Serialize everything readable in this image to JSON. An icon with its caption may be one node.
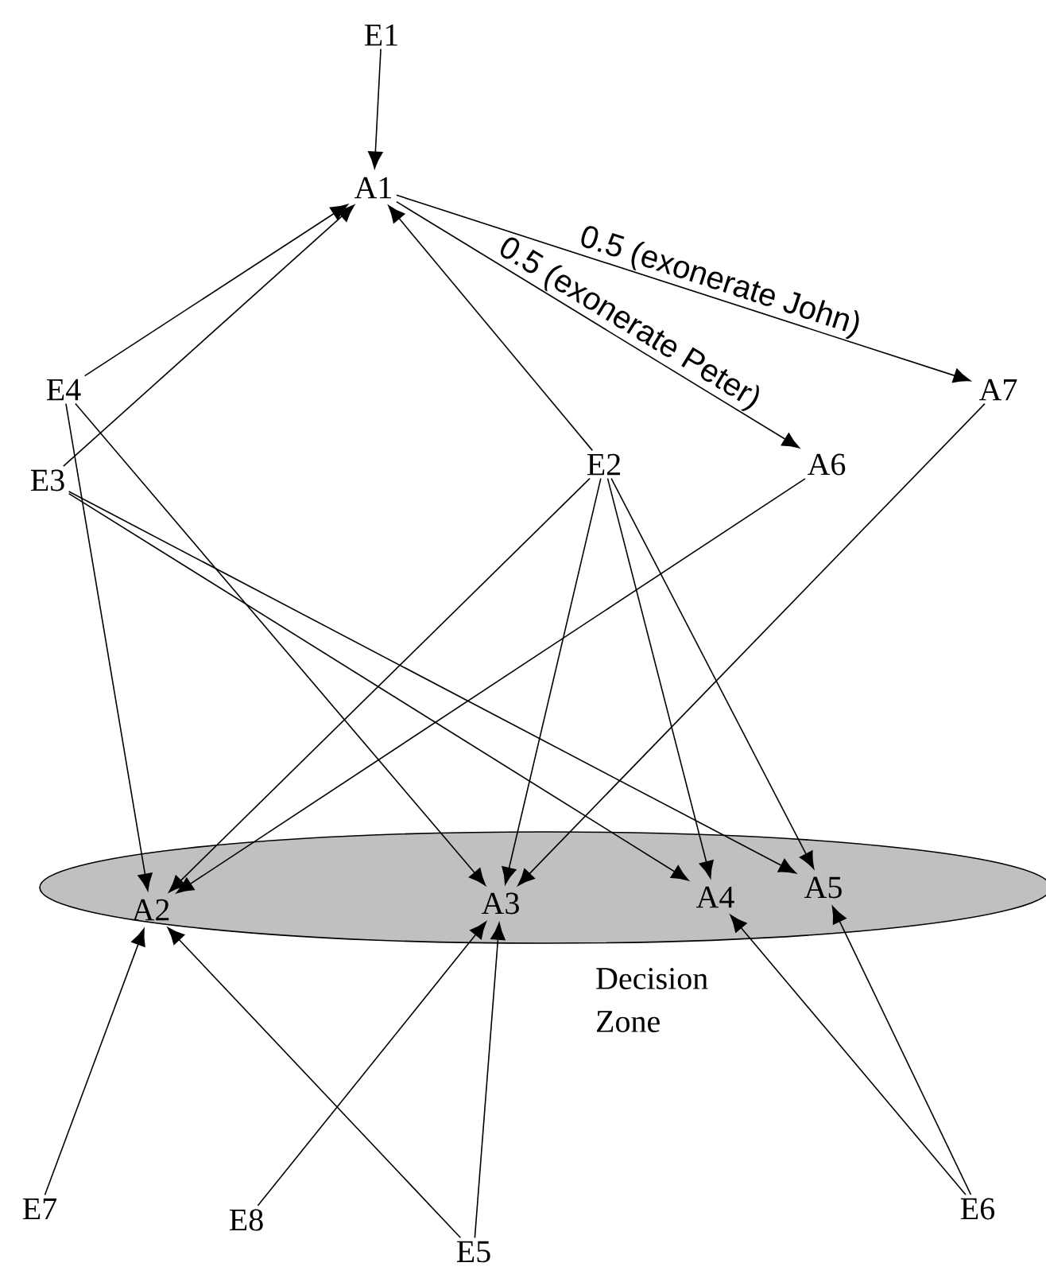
{
  "diagram": {
    "nodes": [
      {
        "text": [
          "E1"
        ]
      },
      {
        "text": [
          "A1"
        ]
      },
      {
        "text": [
          "E4"
        ]
      },
      {
        "text": [
          "A7"
        ]
      },
      {
        "text": [
          "E3"
        ]
      },
      {
        "text": [
          "E2"
        ]
      },
      {
        "text": [
          "A6"
        ]
      },
      {
        "text": [
          "Decision Zone"
        ]
      },
      {
        "text": [
          "A2"
        ],
        "in": 7
      },
      {
        "text": [
          "A3"
        ],
        "in": 7
      },
      {
        "text": [
          "A4"
        ],
        "in": 7
      },
      {
        "text": [
          "A5"
        ],
        "in": 7
      },
      {
        "text": [
          "E7"
        ]
      },
      {
        "text": [
          "E8"
        ]
      },
      {
        "text": [
          "E5"
        ]
      },
      {
        "text": [
          "E6"
        ]
      }
    ],
    "edges": [
      {
        "from": 0,
        "to": 1,
        "arrow": "to"
      },
      {
        "from": 1,
        "to": 3,
        "arrow": "to",
        "label": "0.5 (exonerate John)"
      },
      {
        "from": 1,
        "to": 6,
        "arrow": "to",
        "label": "0.5 (exonerate Peter)"
      },
      {
        "from": 2,
        "to": 1,
        "arrow": "to"
      },
      {
        "from": 4,
        "to": 1,
        "arrow": "to"
      },
      {
        "from": 5,
        "to": 1,
        "arrow": "to"
      },
      {
        "from": 2,
        "to": 8,
        "arrow": "to"
      },
      {
        "from": 2,
        "to": 9,
        "arrow": "to"
      },
      {
        "from": 4,
        "to": 10,
        "arrow": "to"
      },
      {
        "from": 4,
        "to": 11,
        "arrow": "to"
      },
      {
        "from": 5,
        "to": 8,
        "arrow": "to"
      },
      {
        "from": 5,
        "to": 9,
        "arrow": "to"
      },
      {
        "from": 5,
        "to": 10,
        "arrow": "to"
      },
      {
        "from": 5,
        "to": 11,
        "arrow": "to"
      },
      {
        "from": 6,
        "to": 8,
        "arrow": "to"
      },
      {
        "from": 3,
        "to": 9,
        "arrow": "to"
      },
      {
        "from": 12,
        "to": 8,
        "arrow": "to"
      },
      {
        "from": 14,
        "to": 8,
        "arrow": "to"
      },
      {
        "from": 13,
        "to": 9,
        "arrow": "to"
      },
      {
        "from": 14,
        "to": 9,
        "arrow": "to"
      },
      {
        "from": 15,
        "to": 10,
        "arrow": "to"
      },
      {
        "from": 15,
        "to": 11,
        "arrow": "to"
      }
    ]
  }
}
